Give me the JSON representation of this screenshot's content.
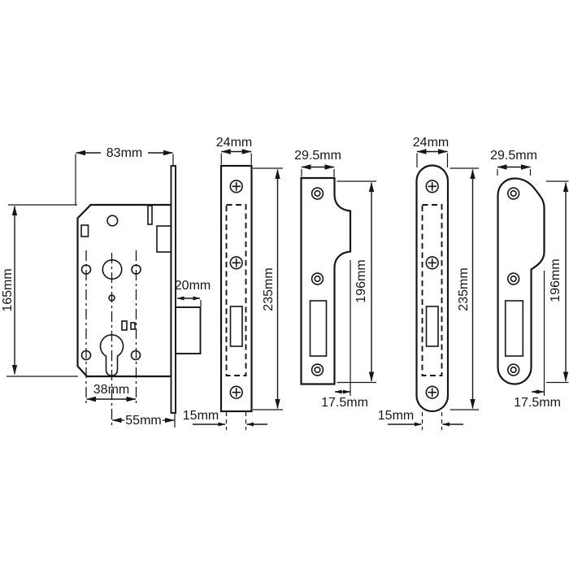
{
  "diagram": {
    "kind": "technical-drawing",
    "subject": "mortice-lock-dimension-diagram",
    "colors": {
      "line": "#161616",
      "background": "#ffffff"
    },
    "views": {
      "lock_case": {
        "width": "83mm",
        "height": "165mm",
        "bolt_throw": "20mm",
        "fixing_centres": "38mm",
        "backset": "55mm"
      },
      "forend_square": {
        "width": "24mm",
        "height": "235mm",
        "case_thickness": "15mm"
      },
      "strike_square": {
        "width": "29.5mm",
        "height": "196mm",
        "lip_depth": "17.5mm"
      },
      "forend_radius": {
        "width": "24mm",
        "height": "235mm",
        "case_thickness": "15mm"
      },
      "strike_radius": {
        "width": "29.5mm",
        "height": "196mm",
        "lip_depth": "17.5mm"
      }
    }
  }
}
